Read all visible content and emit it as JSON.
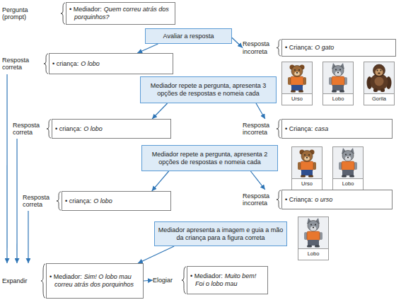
{
  "diagram": {
    "nodes": [
      {
        "text": [
          "Pergunta (prompt)",
          "• Mediador:",
          "Quem correu atrás dos porquinhos?"
        ]
      },
      {
        "text": [
          "Avaliar a resposta"
        ]
      },
      {
        "text": [
          "Resposta correta",
          "• criança:",
          "O lobo"
        ]
      },
      {
        "text": [
          "Resposta incorreta",
          "• Criança:",
          "O gato"
        ]
      },
      {
        "text": [
          "Urso"
        ]
      },
      {
        "text": [
          "Lobo"
        ]
      },
      {
        "text": [
          "Gorila"
        ]
      },
      {
        "text": [
          "Mediador repete a pergunta, apresenta 3 opções de respostas e nomeia cada"
        ]
      },
      {
        "text": [
          "Resposta correta",
          "• criança:",
          "O lobo"
        ]
      },
      {
        "text": [
          "Resposta incorreta",
          "• Criança:",
          "casa"
        ]
      },
      {
        "text": [
          "Mediador repete a pergunta, apresenta 2 opções de respostas e nomeia cada"
        ]
      },
      {
        "text": [
          "Urso"
        ]
      },
      {
        "text": [
          "Lobo"
        ]
      },
      {
        "text": [
          "Resposta correta",
          "• criança:",
          "O lobo"
        ]
      },
      {
        "text": [
          "Resposta incorreta",
          "• Criança:",
          "o urso"
        ]
      },
      {
        "text": [
          "Mediador apresenta a imagem e guia a mão da criança para a figura correta"
        ]
      },
      {
        "text": [
          "Lobo"
        ]
      },
      {
        "text": [
          "Expandir",
          "• Mediador:",
          "Sim! O lobo mau correu atrás dos porquinhos"
        ]
      },
      {
        "text": [
          "Elogiar",
          "• Mediador:",
          "Muito bem! Foi o lobo mau"
        ]
      }
    ],
    "edges": [
      {
        "from": 1,
        "to": 2,
        "arrow": "to"
      },
      {
        "from": 1,
        "to": 3,
        "arrow": "to"
      },
      {
        "from": 2,
        "to": 17,
        "arrow": "to"
      },
      {
        "from": 7,
        "to": 8,
        "arrow": "to"
      },
      {
        "from": 7,
        "to": 9,
        "arrow": "to"
      },
      {
        "from": 8,
        "to": 17,
        "arrow": "to"
      },
      {
        "from": 10,
        "to": 13,
        "arrow": "to"
      },
      {
        "from": 10,
        "to": 14,
        "arrow": "to"
      },
      {
        "from": 13,
        "to": 17,
        "arrow": "to"
      },
      {
        "from": 15,
        "to": 17,
        "arrow": "to"
      },
      {
        "from": 17,
        "to": 18,
        "arrow": "to"
      }
    ]
  }
}
